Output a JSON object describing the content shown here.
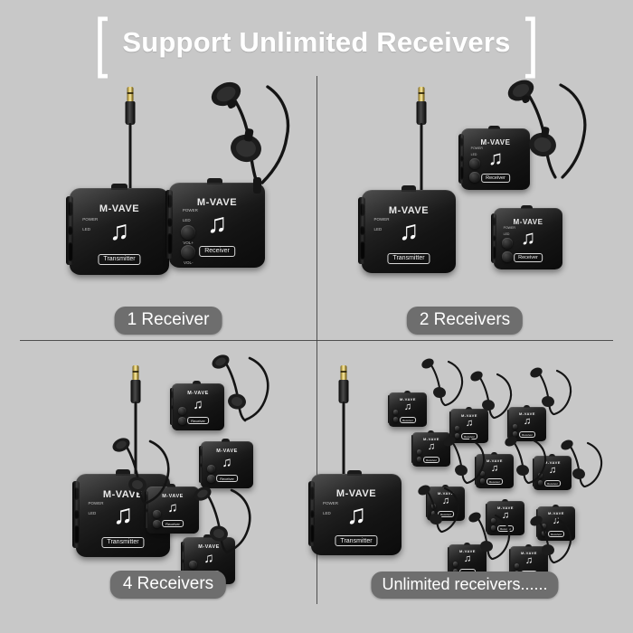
{
  "header": {
    "bracket_left": "[",
    "bracket_right": "]",
    "title": "Support Unlimited Receivers",
    "title_color": "#ffffff"
  },
  "theme": {
    "background": "#c8c8c8",
    "divider": "#3a3a3a",
    "caption_bg": "#6e6e6e",
    "caption_text": "#ffffff",
    "device_body": "#111111",
    "plug_gold": "#e7cf72"
  },
  "device_labels": {
    "brand": "M-VAVE",
    "note_glyph": "♫",
    "transmitter_tag": "Transmitter",
    "receiver_tag": "Receiver",
    "led_power": "POWER",
    "led_link": "LED",
    "vol_up": "VOL+",
    "vol_down": "VOL-"
  },
  "quadrants": [
    {
      "id": "one-receiver",
      "caption": "1 Receiver",
      "transmitter_count": 1,
      "receiver_count": 1
    },
    {
      "id": "two-receivers",
      "caption": "2 Receivers",
      "transmitter_count": 1,
      "receiver_count": 2
    },
    {
      "id": "four-receivers",
      "caption": "4 Receivers",
      "transmitter_count": 1,
      "receiver_count": 4
    },
    {
      "id": "unlimited-receivers",
      "caption": "Unlimited receivers......",
      "transmitter_count": 1,
      "receiver_count": 11
    }
  ]
}
